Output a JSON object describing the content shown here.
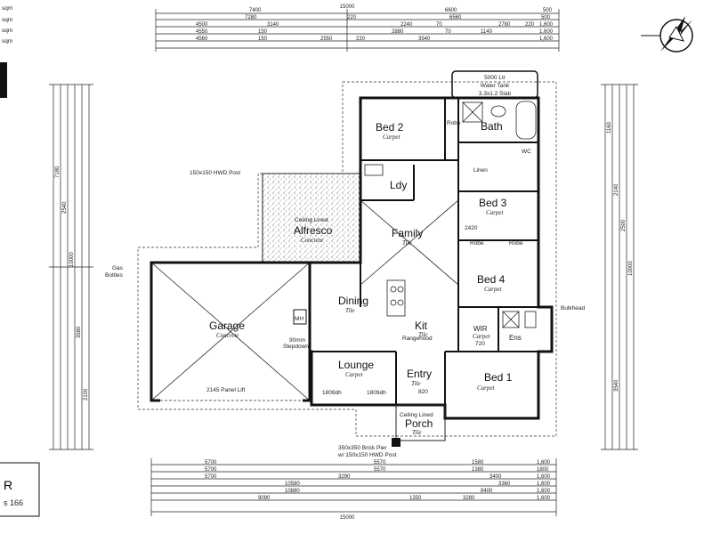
{
  "area_labels": [
    "sqm",
    "sqm",
    "sqm",
    "sqm"
  ],
  "rooms": {
    "bed2": {
      "name": "Bed 2",
      "finish": "Carpet"
    },
    "bath": {
      "name": "Bath"
    },
    "lndy": {
      "name": "Ldy"
    },
    "bed3": {
      "name": "Bed 3",
      "finish": "Carpet"
    },
    "family": {
      "name": "Family",
      "finish": "Tile"
    },
    "alfresco": {
      "name": "Alfresco",
      "finish": "Concrete",
      "note": "Ceiling Lined"
    },
    "garage": {
      "name": "Garage",
      "finish": "Concrete"
    },
    "dining": {
      "name": "Dining",
      "finish": "Tile"
    },
    "kit": {
      "name": "Kit",
      "finish": "Tile"
    },
    "bed4": {
      "name": "Bed 4",
      "finish": "Carpet"
    },
    "lounge": {
      "name": "Lounge",
      "finish": "Carpet"
    },
    "entry": {
      "name": "Entry",
      "finish": "Tile"
    },
    "bed1": {
      "name": "Bed 1",
      "finish": "Carpet"
    },
    "porch": {
      "name": "Porch",
      "finish": "Tile",
      "note": "Ceiling Lined"
    },
    "wir": {
      "name": "WIR",
      "finish": "Carpet"
    },
    "ens": {
      "name": "Ens"
    }
  },
  "labels": {
    "water_tank_1": "5000 Ltr",
    "water_tank_2": "Water Tank",
    "water_tank_3": "3.3x1.2 Slab",
    "robe": "Robe",
    "linen": "Linen",
    "wc": "WC",
    "gas_bottles_1": "Gas",
    "gas_bottles_2": "Bottles",
    "panel_lift": "2145 Panel Lift",
    "hwd_post": "150x150 HWD Post",
    "brick_pier_1": "350x350 Brick Pier",
    "brick_pier_2": "w/ 150x150 HWD Post",
    "bulkhead": "Bulkhead",
    "rangehood": "Rangehood",
    "step_down_1": "90mm",
    "step_down_2": "Stepdown",
    "mh": "MH",
    "door_1809a": "1809dh",
    "door_1809b": "1809dh",
    "door_820": "820",
    "door_720": "720",
    "door_2420": "2420",
    "left_title": "R",
    "left_sub": "s 166"
  },
  "dimensions": {
    "top_rows": [
      [
        "7400",
        "6600",
        "500"
      ],
      [
        "7280",
        "220",
        "6560",
        "500"
      ],
      [
        "4500",
        "3140",
        "2240",
        "70",
        "2780",
        "220",
        "1,600"
      ],
      [
        "4550",
        "150",
        "2880",
        "70",
        "1140",
        "1,600"
      ],
      [
        "4560",
        "150",
        "2550",
        "220",
        "3540",
        "1,600"
      ]
    ],
    "top_overall": "15000",
    "bottom_rows": [
      [
        "5700",
        "5570",
        "1580",
        "1,600"
      ],
      [
        "5700",
        "5570",
        "1380",
        "1800"
      ],
      [
        "5700",
        "3290",
        "3400",
        "1,600"
      ],
      [
        "10580",
        "3360",
        "1,600"
      ],
      [
        "10880",
        "8400",
        "1,600"
      ],
      [
        "9090",
        "1350",
        "3280",
        "1,600"
      ]
    ],
    "bottom_overall": "15000",
    "left_values": [
      "7180",
      "2540",
      "10000",
      "3580",
      "2100"
    ],
    "right_values": [
      "1160",
      "2140",
      "2500",
      "10000",
      "3540"
    ]
  }
}
